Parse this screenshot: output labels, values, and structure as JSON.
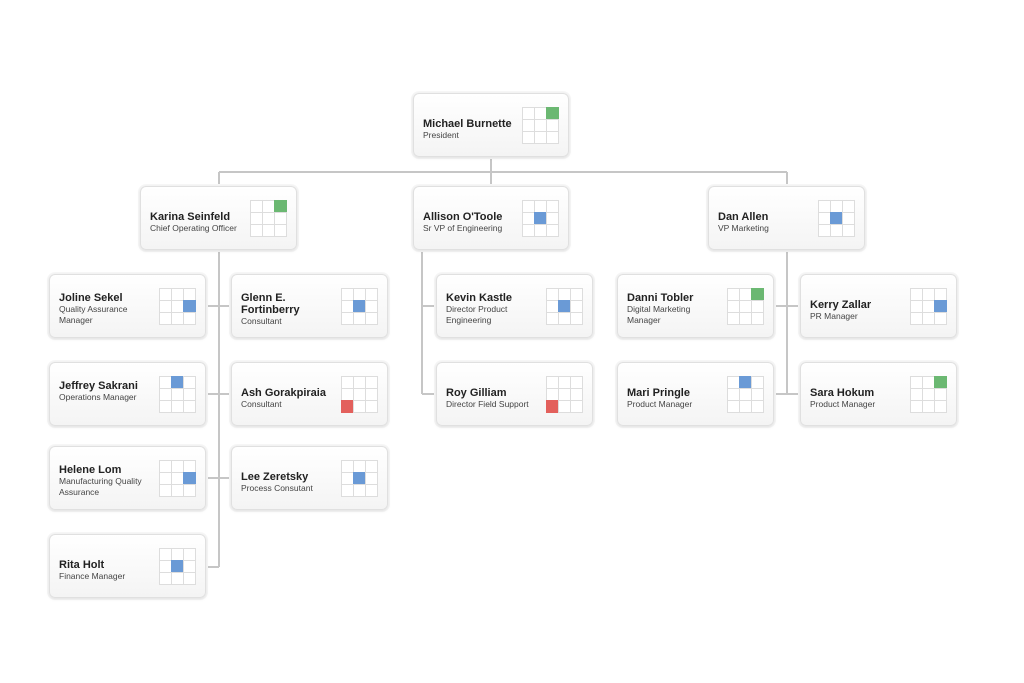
{
  "colors": {
    "green": "#6bb872",
    "blue": "#6a9ad6",
    "red": "#e3605c",
    "connector": "#c6c6c6"
  },
  "people": [
    {
      "id": "michael-burnette",
      "name": "Michael Burnette",
      "title": "President",
      "marker": "green",
      "marker_cell": 2
    },
    {
      "id": "karina-seinfeld",
      "name": "Karina Seinfeld",
      "title": "Chief Operating Officer",
      "marker": "green",
      "marker_cell": 2
    },
    {
      "id": "allison-otoole",
      "name": "Allison O'Toole",
      "title": "Sr VP of Engineering",
      "marker": "blue",
      "marker_cell": 4
    },
    {
      "id": "dan-allen",
      "name": "Dan Allen",
      "title": "VP Marketing",
      "marker": "blue",
      "marker_cell": 4
    },
    {
      "id": "joline-sekel",
      "name": "Joline Sekel",
      "title": "Quality Assurance Manager",
      "marker": "blue",
      "marker_cell": 5
    },
    {
      "id": "glenn-fortinberry",
      "name": "Glenn E. Fortinberry",
      "title": "Consultant",
      "marker": "blue",
      "marker_cell": 4
    },
    {
      "id": "jeffrey-sakrani",
      "name": "Jeffrey Sakrani",
      "title": "Operations Manager",
      "marker": "blue",
      "marker_cell": 1
    },
    {
      "id": "ash-gorakpiraia",
      "name": "Ash Gorakpiraia",
      "title": "Consultant",
      "marker": "red",
      "marker_cell": 6
    },
    {
      "id": "helene-lom",
      "name": "Helene Lom",
      "title": "Manufacturing Quality Assurance",
      "marker": "blue",
      "marker_cell": 5
    },
    {
      "id": "lee-zeretsky",
      "name": "Lee Zeretsky",
      "title": "Process Consutant",
      "marker": "blue",
      "marker_cell": 4
    },
    {
      "id": "rita-holt",
      "name": "Rita Holt",
      "title": "Finance Manager",
      "marker": "blue",
      "marker_cell": 4
    },
    {
      "id": "kevin-kastle",
      "name": "Kevin Kastle",
      "title": "Director Product Engineering",
      "marker": "blue",
      "marker_cell": 4
    },
    {
      "id": "roy-gilliam",
      "name": "Roy Gilliam",
      "title": "Director Field Support",
      "marker": "red",
      "marker_cell": 6
    },
    {
      "id": "danni-tobler",
      "name": "Danni Tobler",
      "title": "Digital Marketing Manager",
      "marker": "green",
      "marker_cell": 2
    },
    {
      "id": "kerry-zallar",
      "name": "Kerry Zallar",
      "title": "PR Manager",
      "marker": "blue",
      "marker_cell": 5
    },
    {
      "id": "mari-pringle",
      "name": "Mari Pringle",
      "title": "Product Manager",
      "marker": "blue",
      "marker_cell": 1
    },
    {
      "id": "sara-hokum",
      "name": "Sara Hokum",
      "title": "Product Manager",
      "marker": "green",
      "marker_cell": 2
    }
  ]
}
